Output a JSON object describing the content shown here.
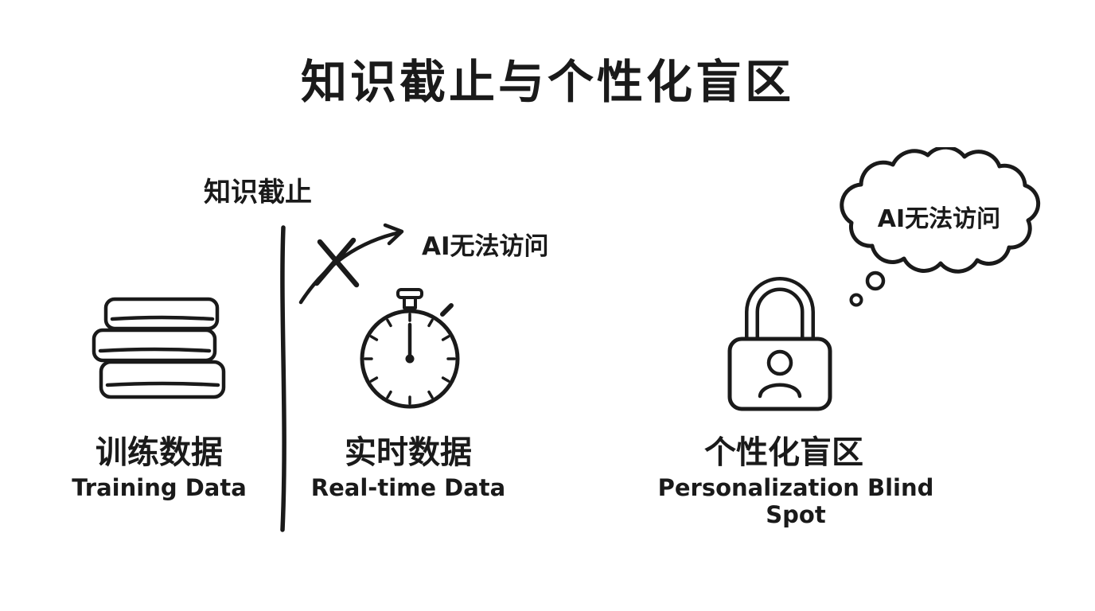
{
  "title": "知识截止与个性化盲区",
  "divider": {
    "label": "知识截止"
  },
  "arrow": {
    "label": "AI无法访问"
  },
  "thought_bubble": {
    "label": "AI无法访问"
  },
  "items": {
    "training": {
      "zh": "训练数据",
      "en": "Training Data"
    },
    "realtime": {
      "zh": "实时数据",
      "en": "Real-time Data"
    },
    "personalization": {
      "zh": "个性化盲区",
      "en": "Personalization Blind Spot"
    }
  },
  "colors": {
    "ink": "#1a1a1a",
    "background": "#ffffff"
  }
}
